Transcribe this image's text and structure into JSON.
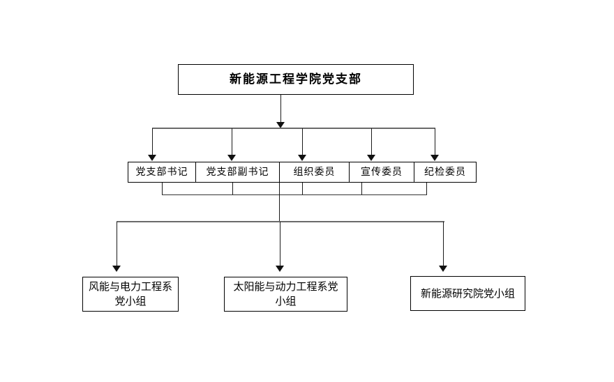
{
  "diagram": {
    "type": "org-chart",
    "root_label": "新能源工程学院党支部",
    "level2": [
      {
        "label": "党支部书记"
      },
      {
        "label": "党支部副书记"
      },
      {
        "label": "组织委员"
      },
      {
        "label": "宣传委员"
      },
      {
        "label": "纪检委员"
      }
    ],
    "level3": [
      {
        "label": "风能与电力工程系党小组"
      },
      {
        "label": "太阳能与动力工程系党小组"
      },
      {
        "label": "新能源研究院党小组"
      }
    ],
    "colors": {
      "background": "#ffffff",
      "box_border": "#000000",
      "connector_line": "#1a1a1a",
      "rail_line": "#6a6a6a",
      "text": "#000000"
    }
  }
}
